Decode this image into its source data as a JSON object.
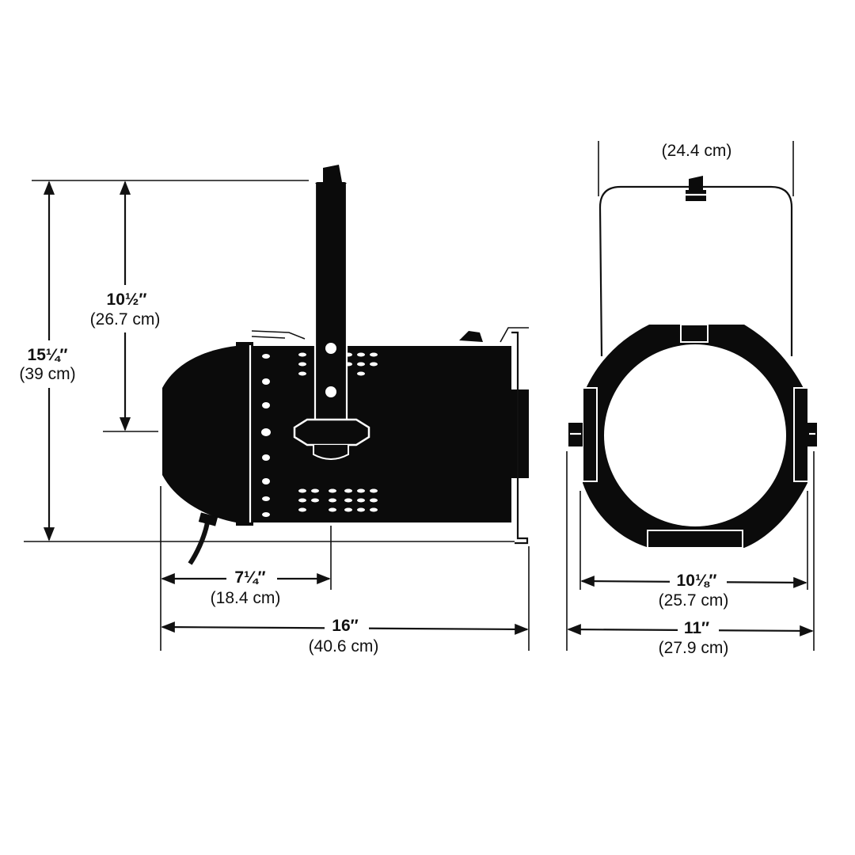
{
  "dimensions": {
    "overall_height": {
      "imperial": "15¼″",
      "metric": "(39 cm)"
    },
    "yoke_height": {
      "imperial": "10½″",
      "metric": "(26.7 cm)"
    },
    "pivot_offset": {
      "imperial": "7¼″",
      "metric": "(18.4 cm)"
    },
    "overall_length": {
      "imperial": "16″",
      "metric": "(40.6 cm)"
    },
    "yoke_width": {
      "metric": "(24.4 cm)"
    },
    "frame_width": {
      "imperial": "10⅛″",
      "metric": "(25.7 cm)"
    },
    "overall_width": {
      "imperial": "11″",
      "metric": "(27.9 cm)"
    }
  }
}
